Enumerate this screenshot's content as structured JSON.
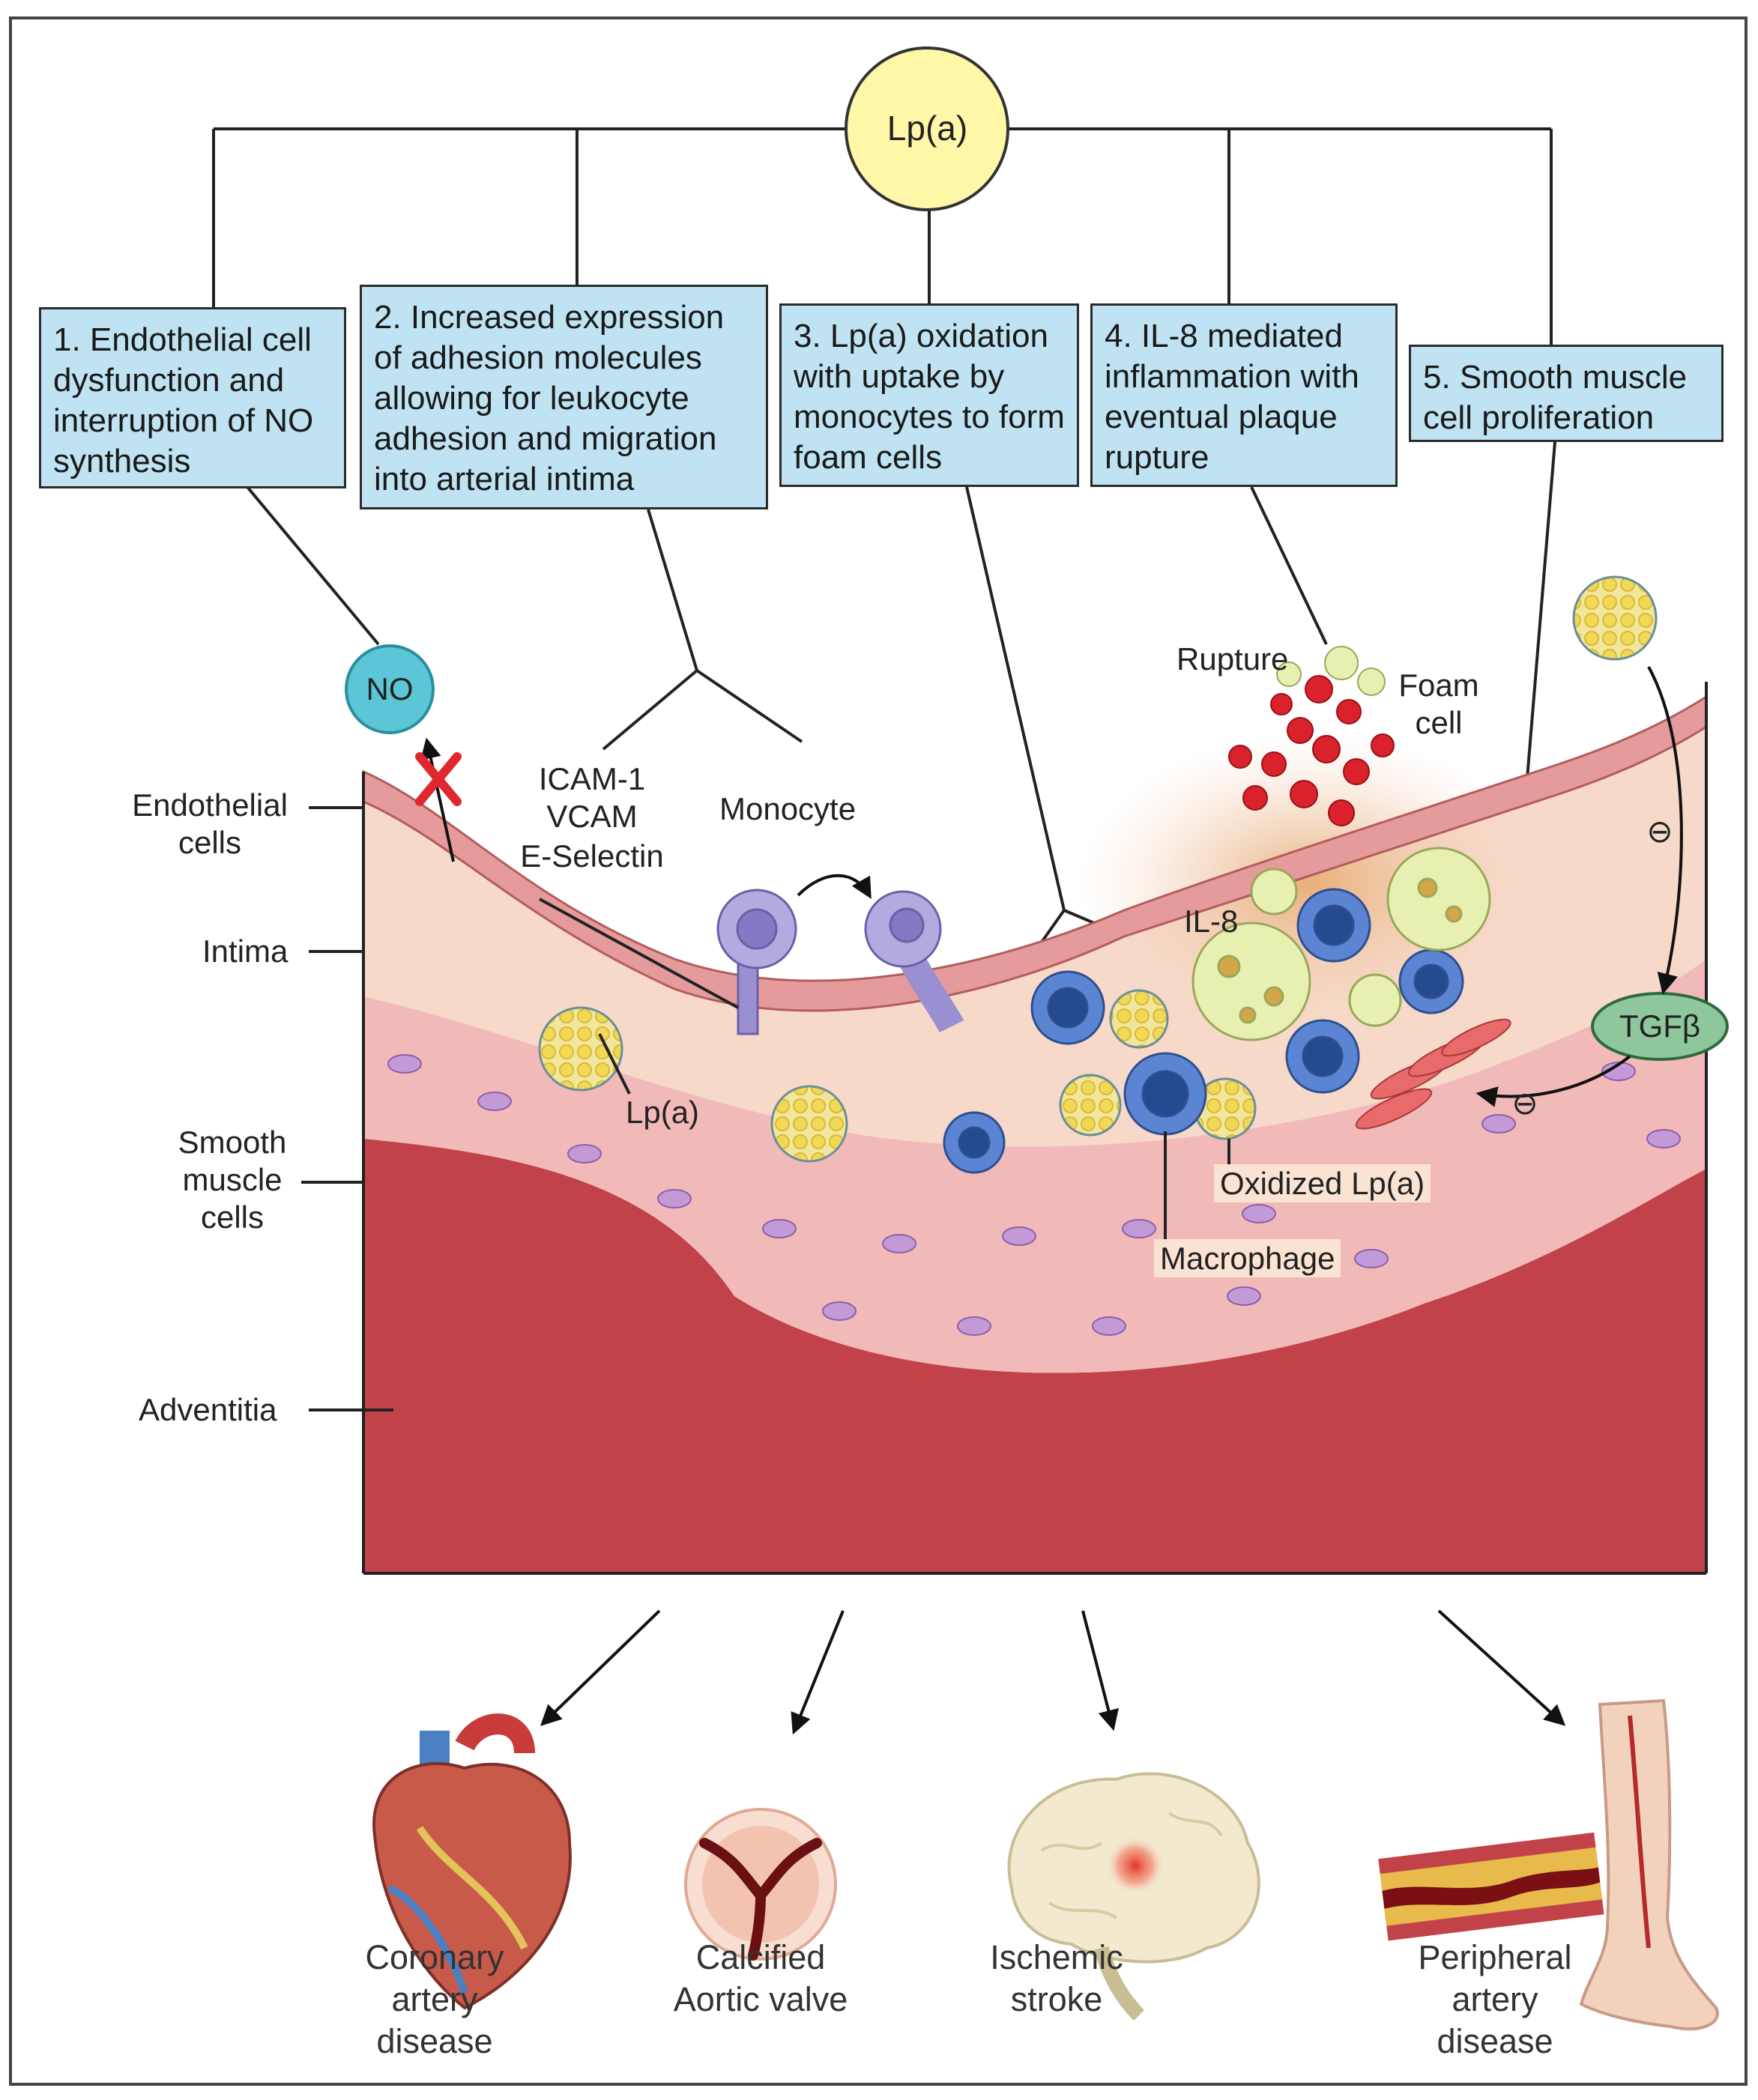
{
  "center_node": "Lp(a)",
  "mechanisms": [
    {
      "text": "1. Endothelial cell dysfunction and interruption of NO synthesis"
    },
    {
      "text": "2. Increased expression of adhesion molecules allowing for leukocyte adhesion and migration into arterial intima"
    },
    {
      "text": "3. Lp(a) oxidation with uptake by monocytes to form foam cells"
    },
    {
      "text": "4. IL-8 mediated inflammation with eventual plaque rupture"
    },
    {
      "text": "5. Smooth muscle cell proliferation"
    }
  ],
  "layers": {
    "endothelial": "Endothelial cells",
    "intima": "Intima",
    "smooth_muscle": "Smooth muscle cells",
    "adventitia": "Adventitia"
  },
  "labels": {
    "no": "NO",
    "adhesion_1": "ICAM-1",
    "adhesion_2": "VCAM",
    "adhesion_3": "E-Selectin",
    "monocyte": "Monocyte",
    "lpa": "Lp(a)",
    "rupture": "Rupture",
    "foam_cell": "Foam cell",
    "il8": "IL-8",
    "tgf": "TGFβ",
    "oxidized": "Oxidized Lp(a)",
    "macrophage": "Macrophage",
    "minus": "⊖"
  },
  "diseases": [
    {
      "name": "Coronary artery disease"
    },
    {
      "name": "Calcified Aortic valve"
    },
    {
      "name": "Ischemic stroke"
    },
    {
      "name": "Peripheral artery disease"
    }
  ],
  "colors": {
    "box_fill": "#bfe3f2",
    "lpa_node": "#fff7a8",
    "adventitia": "#c2424a",
    "intima": "#f6d9c8",
    "smooth_muscle": "#f2b9b9",
    "endothelium": "#e59b9b",
    "monocyte": "#9a8fd0",
    "macrophage": "#4f78c8",
    "foam_cell": "#e7f0b0",
    "rbc": "#d9222c",
    "no_node": "#5cc6d6",
    "tgf_node": "#8fc79c"
  }
}
